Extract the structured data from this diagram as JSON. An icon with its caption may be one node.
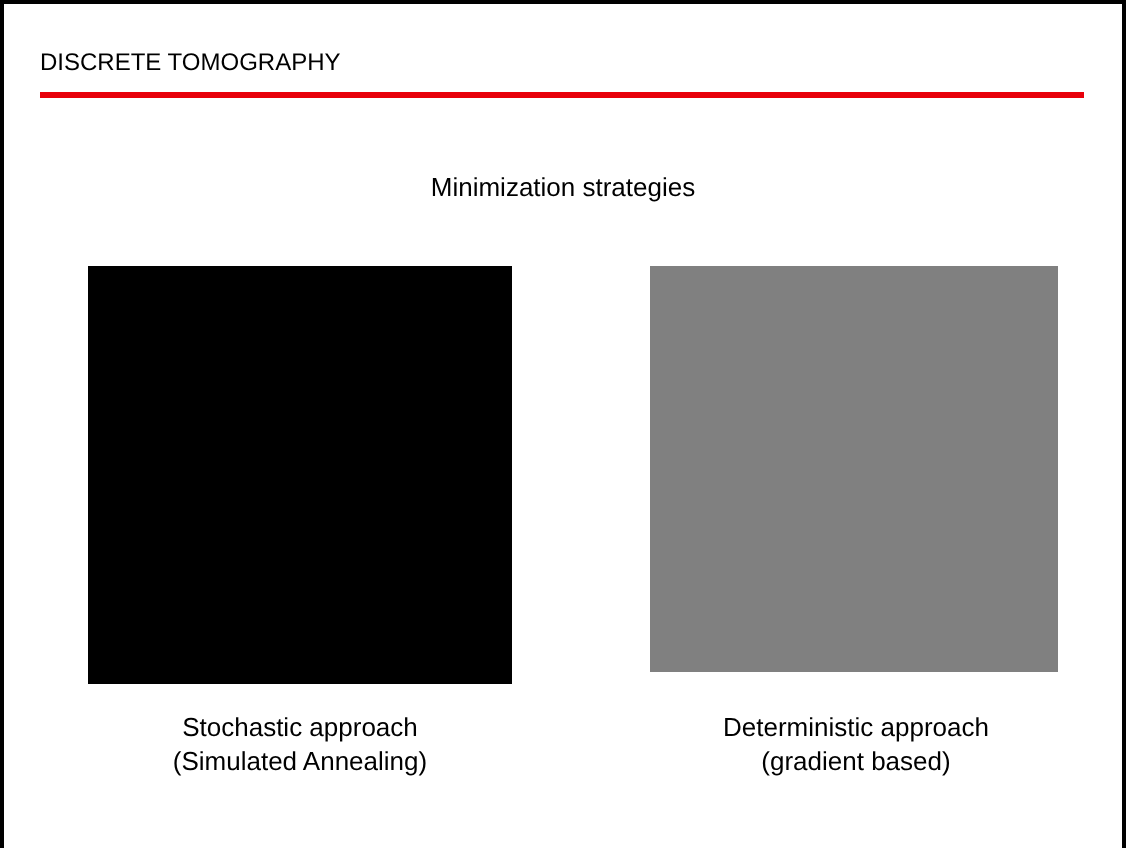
{
  "diagram": {
    "title": "DISCRETE TOMOGRAPHY",
    "nodes": [
      {
        "text": [],
        "shape": "box",
        "beside": [
          "Stochastic approach (Simulated Annealing)"
        ]
      },
      {
        "text": [],
        "shape": "box",
        "beside": [
          "Deterministic approach (gradient based)"
        ]
      }
    ],
    "labels": [
      "Minimization strategies"
    ]
  }
}
